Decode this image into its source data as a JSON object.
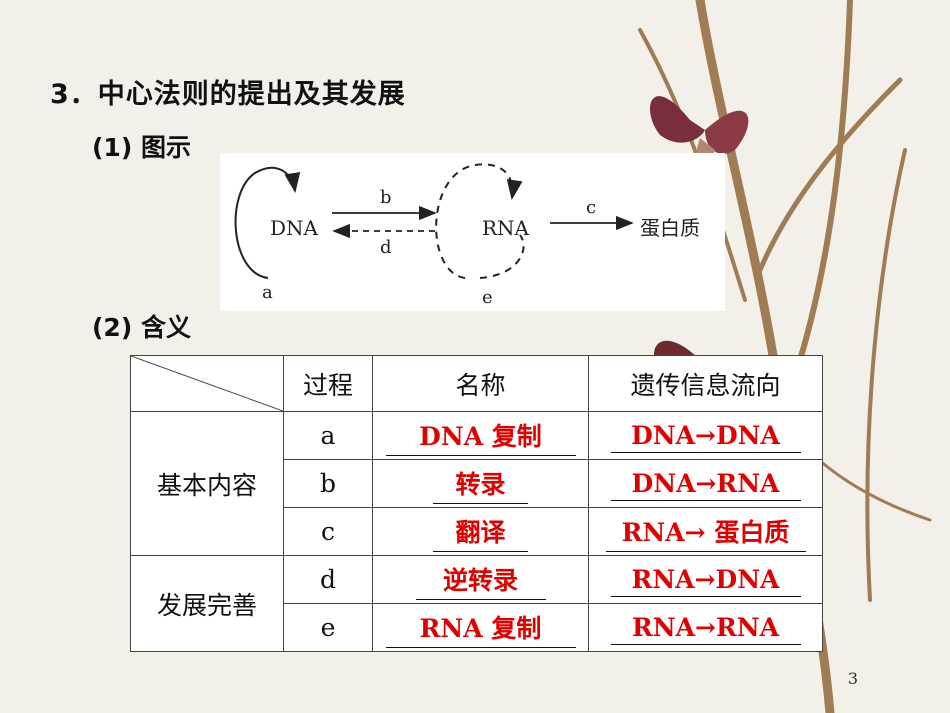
{
  "heading": "3．中心法则的提出及其发展",
  "sub1": "(1) 图示",
  "sub2": "(2) 含义",
  "diagram": {
    "dna": "DNA",
    "rna": "RNA",
    "protein": "蛋白质",
    "label_a": "a",
    "label_b": "b",
    "label_c": "c",
    "label_d": "d",
    "label_e": "e"
  },
  "table": {
    "headers": [
      "过程",
      "名称",
      "遗传信息流向"
    ],
    "group1": "基本内容",
    "group2": "发展完善",
    "rows": [
      {
        "proc": "a",
        "name": "DNA 复制",
        "flow": "DNA→DNA"
      },
      {
        "proc": "b",
        "name": "转录",
        "flow": "DNA→RNA"
      },
      {
        "proc": "c",
        "name": "翻译",
        "flow": "RNA→ 蛋白质"
      },
      {
        "proc": "d",
        "name": "逆转录",
        "flow": "RNA→DNA"
      },
      {
        "proc": "e",
        "name": "RNA 复制",
        "flow": "RNA→RNA"
      }
    ]
  },
  "page_number": "3",
  "colors": {
    "answer": "#e00000",
    "background": "#f3efe9"
  }
}
